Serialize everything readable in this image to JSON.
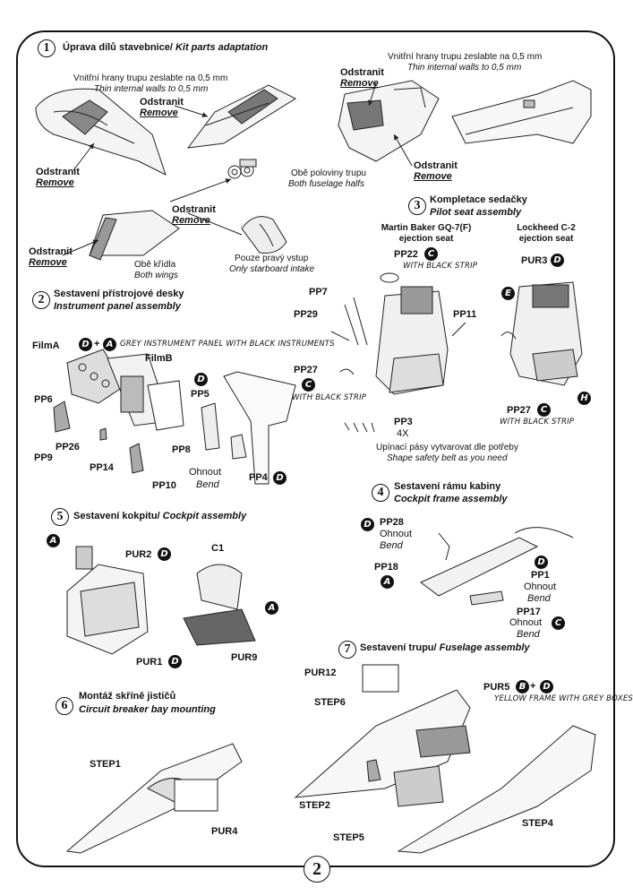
{
  "page_number": "2",
  "sections": {
    "s1": {
      "num": "1",
      "title_cz": "Úprava dílů stavebnice/",
      "title_en": "Kit parts adaptation"
    },
    "s2": {
      "num": "2",
      "title_cz": "Sestavení přístrojové desky",
      "title_en": "Instrument panel assembly"
    },
    "s3": {
      "num": "3",
      "title_cz": "Kompletace sedačky",
      "title_en": "Pilot seat assembly"
    },
    "s4": {
      "num": "4",
      "title_cz": "Sestavení rámu kabiny",
      "title_en": "Cockpit frame assembly"
    },
    "s5": {
      "num": "5",
      "title_cz": "Sestavení kokpitu/",
      "title_en": "Cockpit assembly"
    },
    "s6": {
      "num": "6",
      "title_cz": "Montáž skříně jističů",
      "title_en": "Circuit breaker bay mounting"
    },
    "s7": {
      "num": "7",
      "title_cz": "Sestavení trupu/",
      "title_en": "Fuselage assembly"
    }
  },
  "notes": {
    "thin_walls_cz": "Vnitřní hrany trupu zeslabte na 0,5 mm",
    "thin_walls_en": "Thin internal walls to 0,5 mm",
    "remove_cz": "Odstranit",
    "remove_en": "Remove",
    "both_fuselage_cz": "Obě poloviny trupu",
    "both_fuselage_en": "Both fuselage halfs",
    "both_wings_cz": "Obě křídla",
    "both_wings_en": "Both wings",
    "starboard_cz": "Pouze pravý vstup",
    "starboard_en": "Only starboard intake",
    "seat1_line1": "Martin Baker GQ-7(F)",
    "seat1_line2": "ejection seat",
    "seat2_line1": "Lockheed C-2",
    "seat2_line2": "ejection seat",
    "with_black_strip": "WITH BLACK STRIP",
    "grey_panel": "GREY INSTRUMENT PANEL WITH BLACK INSTRUMENTS",
    "yellow_frame": "YELLOW FRAME WITH GREY BOXES",
    "belts_cz": "Upínací pásy  vytvarovat dle potřeby",
    "belts_en": "Shape safety belt as you need",
    "bend_cz": "Ohnout",
    "bend_en": "Bend",
    "four_x": "4X",
    "plus": "+"
  },
  "parts": {
    "PP22": "PP22",
    "PP7": "PP7",
    "PP29": "PP29",
    "PP11": "PP11",
    "PP27": "PP27",
    "PP3": "PP3",
    "PUR3": "PUR3",
    "FilmA": "FilmA",
    "FilmB": "FilmB",
    "PP6": "PP6",
    "PP9": "PP9",
    "PP26": "PP26",
    "PP14": "PP14",
    "PP10": "PP10",
    "PP8": "PP8",
    "PP5": "PP5",
    "PP4": "PP4",
    "PP28": "PP28",
    "PP18": "PP18",
    "PP1": "PP1",
    "PP17": "PP17",
    "PUR2": "PUR2",
    "PUR1": "PUR1",
    "C1": "C1",
    "PUR9": "PUR9",
    "STEP1": "STEP1",
    "PUR4": "PUR4",
    "PUR12": "PUR12",
    "STEP6": "STEP6",
    "PUR5": "PUR5",
    "STEP2": "STEP2",
    "STEP5": "STEP5",
    "STEP4": "STEP4"
  },
  "color_keys": {
    "A": "A",
    "B": "B",
    "C": "C",
    "D": "D",
    "E": "E",
    "H": "H"
  }
}
